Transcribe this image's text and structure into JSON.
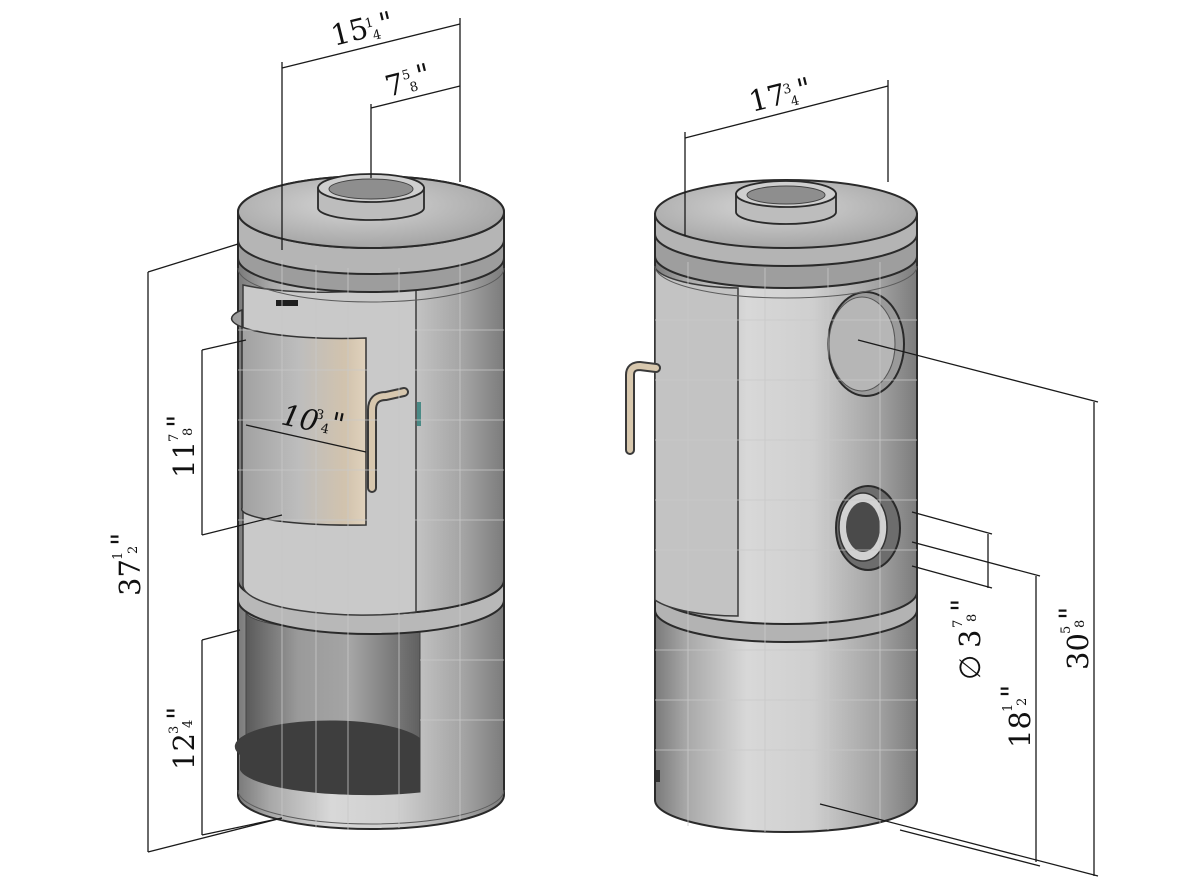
{
  "front_view": {
    "dims": {
      "top_width": {
        "whole": "15",
        "num": "1",
        "den": "4"
      },
      "flue_offset": {
        "whole": "7",
        "num": "5",
        "den": "8"
      },
      "door_width": {
        "whole": "10",
        "num": "3",
        "den": "4"
      },
      "door_height": {
        "whole": "11",
        "num": "7",
        "den": "8"
      },
      "overall_height": {
        "whole": "37",
        "num": "1",
        "den": "2"
      },
      "log_store_height": {
        "whole": "12",
        "num": "3",
        "den": "4"
      }
    }
  },
  "side_view": {
    "dims": {
      "depth": {
        "whole": "17",
        "num": "3",
        "den": "4"
      },
      "outlet_diameter": {
        "symbol": "∅",
        "whole": "3",
        "num": "7",
        "den": "8"
      },
      "outlet_center_height": {
        "whole": "18",
        "num": "1",
        "den": "2"
      },
      "air_inlet_height": {
        "whole": "30",
        "num": "5",
        "den": "8"
      }
    }
  },
  "inch_mark": "\"",
  "colors": {
    "body_light": "#dadada",
    "body_mid": "#a9a9a9",
    "body_dark": "#6f6f6f",
    "glass": "#d4c7b4",
    "handle": "#cfc0a8",
    "line": "#1a1a1a"
  }
}
